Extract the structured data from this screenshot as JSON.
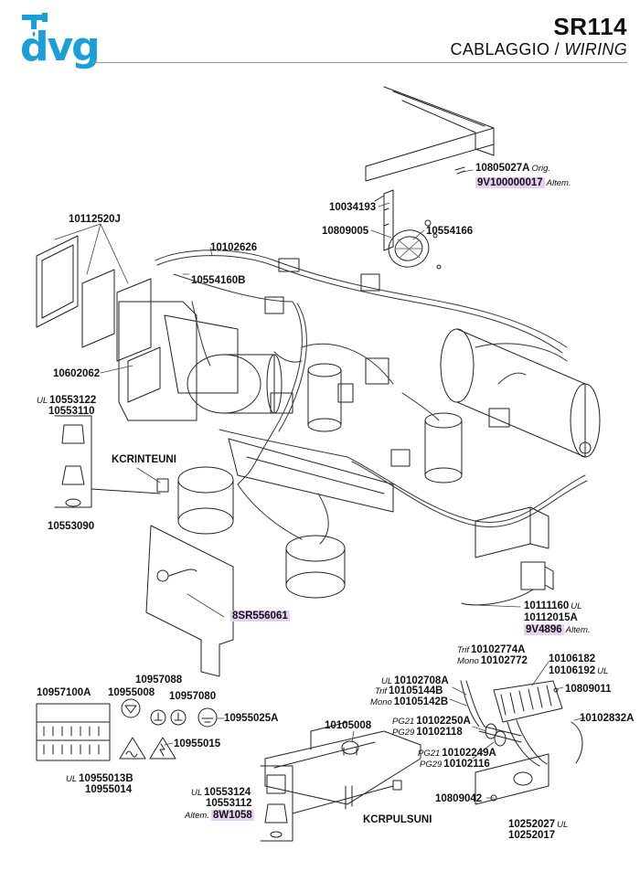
{
  "brand": {
    "logo_text": "dvg"
  },
  "header": {
    "code": "SR114",
    "title_it": "CABLAGGIO",
    "separator": "/",
    "title_en": "WIRING"
  },
  "colors": {
    "brand": "#1a9fd8",
    "highlight": "#e6cff2"
  },
  "labels": {
    "p10805027A": "10805027A",
    "orig": "Orig.",
    "p9V100000017": "9V100000017",
    "altem": "Altem.",
    "p10034193": "10034193",
    "p10809005": "10809005",
    "p10554166": "10554166",
    "p10112520J": "10112520J",
    "p10102626": "10102626",
    "p10554160B": "10554160B",
    "p10602062": "10602062",
    "ul": "UL",
    "p10553122": "10553122",
    "p10553110": "10553110",
    "kcrinteuni": "KCRINTEUNI",
    "p10553090": "10553090",
    "p8SR556061": "8SR556061",
    "p10111160": "10111160",
    "p10112015A": "10112015A",
    "p9V4896": "9V4896",
    "trif": "Trif",
    "mono": "Mono",
    "p10102774A": "10102774A",
    "p10102772": "10102772",
    "p10106182": "10106182",
    "p10106192": "10106192",
    "p10102708A": "10102708A",
    "p10105144B": "10105144B",
    "p10105142B": "10105142B",
    "p10809011": "10809011",
    "p10102832A": "10102832A",
    "p10957100A": "10957100A",
    "p10957088": "10957088",
    "p10955008": "10955008",
    "p10957080": "10957080",
    "p10955025A": "10955025A",
    "p10955015": "10955015",
    "p10955013B": "10955013B",
    "p10955014": "10955014",
    "p10105008": "10105008",
    "pg21": "PG21",
    "pg29": "PG29",
    "p10102250A": "10102250A",
    "p10102118": "10102118",
    "p10102249A": "10102249A",
    "p10102116": "10102116",
    "p10553124": "10553124",
    "p10553112": "10553112",
    "p8W1058": "8W1058",
    "kcrpulsuni": "KCRPULSUNI",
    "p10809042": "10809042",
    "p10252027": "10252027",
    "p10252017": "10252017"
  }
}
